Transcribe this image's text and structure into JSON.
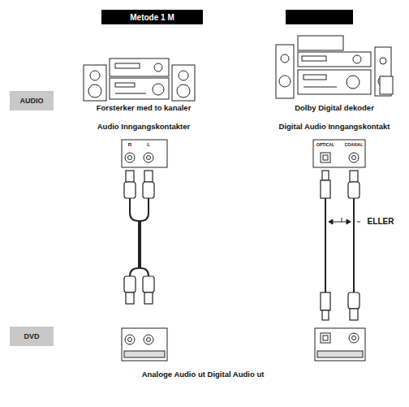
{
  "diagram": {
    "nodes": [
      {
        "text": [
          "Metode 1 M"
        ]
      },
      {
        "text": [
          "AUDIO"
        ]
      },
      {
        "text": [
          "DVD"
        ]
      }
    ],
    "labels": [
      "Forsterker med to kanaler",
      "Dolby Digital dekoder",
      "Audio Inngangskontakter",
      "Digital Audio Inngangskontakt",
      "R",
      "L",
      "OPTICAL",
      "COAXIAL",
      "ELLER",
      "Analoge Audio ut Digital Audio ut"
    ]
  }
}
